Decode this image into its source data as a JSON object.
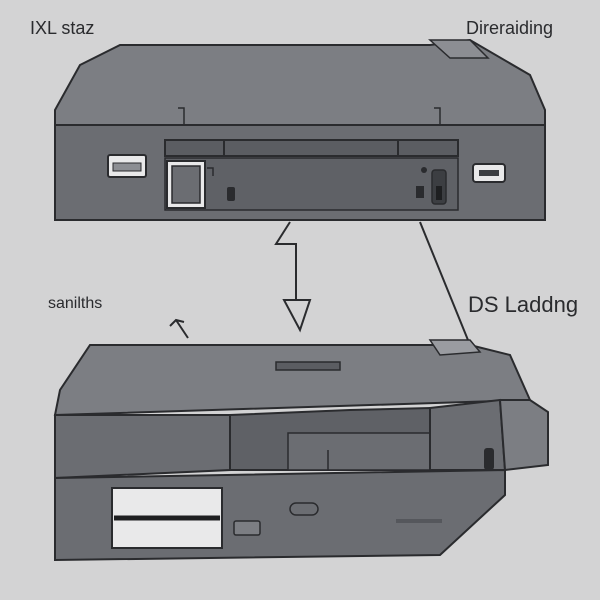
{
  "labels": {
    "top_left": "IXL staz",
    "top_right": "Direraiding",
    "mid_left": "sanilths",
    "mid_right": "DS Laddng"
  },
  "colors": {
    "background": "#d3d3d4",
    "device_body": "#6b6d72",
    "device_top": "#7c7e83",
    "device_dark": "#3c3e42",
    "outline": "#2a2b2e",
    "highlight": "#e9e9ea"
  }
}
